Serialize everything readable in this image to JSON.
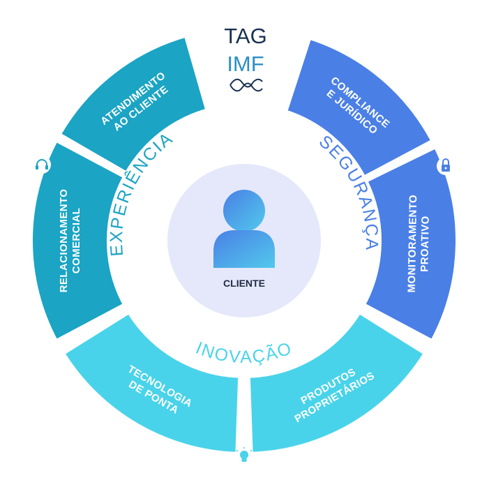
{
  "logo": {
    "line1": "TAG",
    "line2": "IMF"
  },
  "center": {
    "label": "CLIENTE",
    "icon": "person-icon"
  },
  "pillars": [
    {
      "id": "experiencia",
      "label": "EXPERIÊNCIA",
      "color": "#1ba4c4"
    },
    {
      "id": "seguranca",
      "label": "SEGURANÇA",
      "color": "#4a7fe6"
    },
    {
      "id": "inovacao",
      "label": "INOVAÇÃO",
      "color": "#49d3ea"
    }
  ],
  "segments": [
    {
      "id": "compliance",
      "lines": [
        "COMPLIANCE",
        "E JURÍDICO"
      ],
      "color": "#4a7fe6"
    },
    {
      "id": "monitoramento",
      "lines": [
        "MONITORAMENTO",
        "PROATIVO"
      ],
      "color": "#4a7fe6"
    },
    {
      "id": "produtos",
      "lines": [
        "PRODUTOS",
        "PROPRIETÁRIOS"
      ],
      "color": "#49d3ea"
    },
    {
      "id": "tecnologia",
      "lines": [
        "TECNOLOGIA",
        "DE PONTA"
      ],
      "color": "#49d3ea"
    },
    {
      "id": "relacionamento",
      "lines": [
        "RELACIONAMENTO",
        "COMERCIAL"
      ],
      "color": "#1ba4c4"
    },
    {
      "id": "atendimento",
      "lines": [
        "ATENDIMENTO",
        "AO CLIENTE"
      ],
      "color": "#1ba4c4"
    }
  ],
  "icons": [
    {
      "id": "lock",
      "name": "lock-icon"
    },
    {
      "id": "bulb",
      "name": "lightbulb-icon"
    },
    {
      "id": "headset",
      "name": "headset-icon"
    }
  ]
}
